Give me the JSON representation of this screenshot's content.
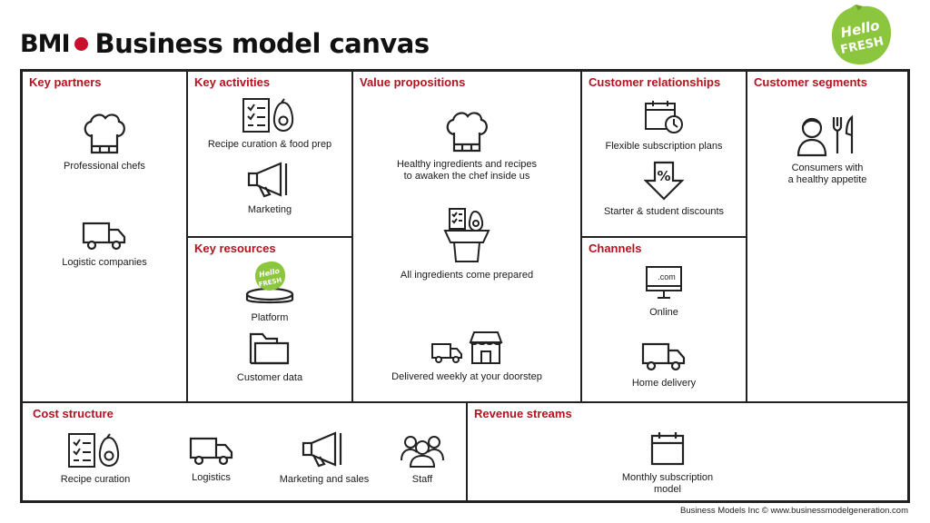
{
  "header": {
    "brand": "BMI",
    "title": "Business model canvas"
  },
  "logo": {
    "line1": "Hello",
    "line2": "FRESH",
    "color": "#8cc63f"
  },
  "colors": {
    "accent": "#b3121f",
    "border": "#222222"
  },
  "blocks": {
    "key_partners": {
      "title": "Key partners",
      "items": [
        {
          "icon": "chef-hat-icon",
          "label": "Professional chefs"
        },
        {
          "icon": "delivery-truck-icon",
          "label": "Logistic companies"
        }
      ]
    },
    "key_activities": {
      "title": "Key activities",
      "items": [
        {
          "icon": "recipe-checklist-icon",
          "label": "Recipe curation & food prep"
        },
        {
          "icon": "megaphone-icon",
          "label": "Marketing"
        }
      ]
    },
    "key_resources": {
      "title": "Key resources",
      "items": [
        {
          "icon": "hellofresh-platform-icon",
          "label": "Platform",
          "badge_line1": "Hello",
          "badge_line2": "FRESH"
        },
        {
          "icon": "folder-icon",
          "label": "Customer data"
        }
      ]
    },
    "value_propositions": {
      "title": "Value propositions",
      "items": [
        {
          "icon": "chef-hat-icon",
          "label_line1": "Healthy ingredients and recipes",
          "label_line2": "to awaken the chef inside us"
        },
        {
          "icon": "ingredient-box-icon",
          "label": "All ingredients come prepared"
        },
        {
          "icon": "truck-and-house-icon",
          "label": "Delivered weekly at your doorstep"
        }
      ]
    },
    "customer_relationships": {
      "title": "Customer relationships",
      "items": [
        {
          "icon": "calendar-clock-icon",
          "label": "Flexible subscription plans"
        },
        {
          "icon": "discount-arrow-icon",
          "label": "Starter & student discounts",
          "symbol": "%"
        }
      ]
    },
    "channels": {
      "title": "Channels",
      "items": [
        {
          "icon": "computer-monitor-icon",
          "label": "Online",
          "screen_text": ".com"
        },
        {
          "icon": "delivery-truck-icon",
          "label": "Home delivery"
        }
      ]
    },
    "customer_segments": {
      "title": "Customer segments",
      "items": [
        {
          "icon": "person-with-cutlery-icon",
          "label_line1": "Consumers with",
          "label_line2": "a healthy appetite"
        }
      ]
    },
    "cost_structure": {
      "title": "Cost structure",
      "items": [
        {
          "icon": "recipe-checklist-icon",
          "label": "Recipe curation"
        },
        {
          "icon": "delivery-truck-icon",
          "label": "Logistics"
        },
        {
          "icon": "megaphone-icon",
          "label": "Marketing and sales"
        },
        {
          "icon": "staff-group-icon",
          "label": "Staff"
        }
      ]
    },
    "revenue_streams": {
      "title": "Revenue streams",
      "items": [
        {
          "icon": "calendar-icon",
          "label_line1": "Monthly subscription",
          "label_line2": "model"
        }
      ]
    }
  },
  "footer": {
    "credit": "Business Models Inc © www.businessmodelgeneration.com"
  }
}
